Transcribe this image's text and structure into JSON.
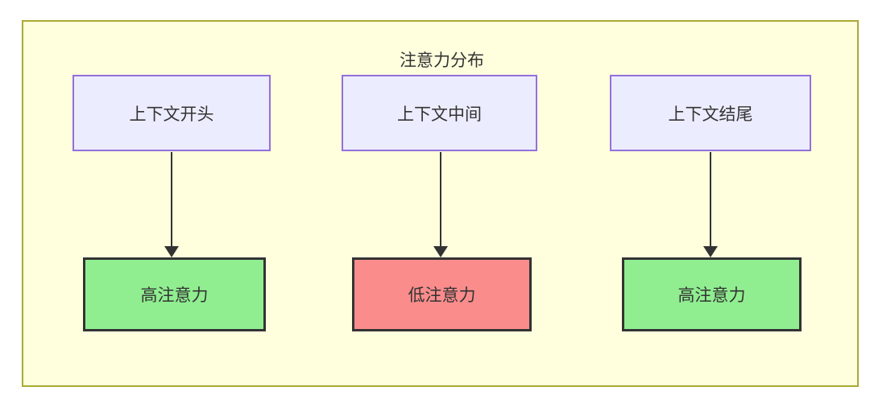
{
  "diagram": {
    "type": "flowchart",
    "title": "注意力分布",
    "sources": [
      {
        "id": "context-start",
        "label": "上下文开头"
      },
      {
        "id": "context-middle",
        "label": "上下文中间"
      },
      {
        "id": "context-end",
        "label": "上下文结尾"
      }
    ],
    "results": [
      {
        "id": "attention-start",
        "label": "高注意力",
        "level": "high"
      },
      {
        "id": "attention-middle",
        "label": "低注意力",
        "level": "low"
      },
      {
        "id": "attention-end",
        "label": "高注意力",
        "level": "high"
      }
    ],
    "edges": [
      {
        "from": "context-start",
        "to": "attention-start"
      },
      {
        "from": "context-middle",
        "to": "attention-middle"
      },
      {
        "from": "context-end",
        "to": "attention-end"
      }
    ],
    "colors": {
      "container_fill": "#ffffde",
      "container_border": "#aaaa33",
      "source_fill": "#ececff",
      "source_border": "#9370db",
      "high_attention_fill": "#90ee90",
      "low_attention_fill": "#fa8c8c",
      "result_border": "#333333",
      "arrow": "#333333",
      "text": "#333333"
    }
  }
}
